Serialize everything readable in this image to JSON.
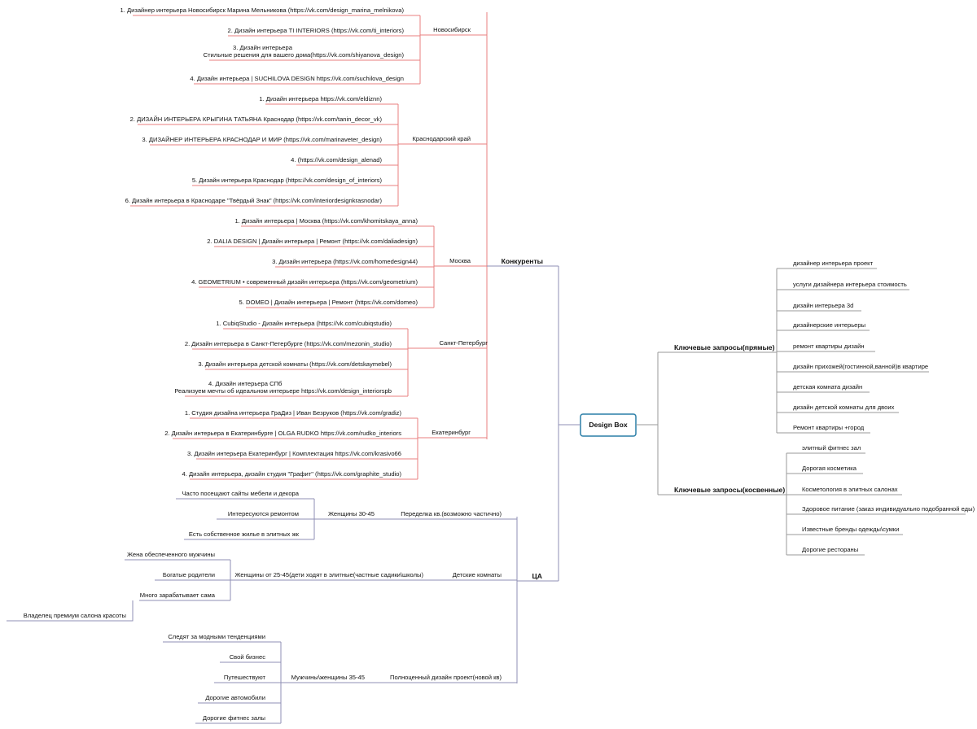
{
  "root": {
    "label": "Design Box"
  },
  "competitors": {
    "label": "Конкуренты",
    "cities": [
      {
        "label": "Новосибирск",
        "items": [
          [
            "1. Дизайнер интерьера Новосибирск Марина Мельникова (https://vk.com/design_marina_melnikova)"
          ],
          [
            "2. Дизайн интерьера TI INTERIORS (https://vk.com/ti_interiors)"
          ],
          [
            "3. Дизайн интерьера",
            "Стильные решения для вашего дома(https://vk.com/shiyanova_design)"
          ],
          [
            "4. Дизайн интерьера | SUCHILOVA DESIGN https://vk.com/suchilova_design"
          ]
        ]
      },
      {
        "label": "Краснодарский край",
        "items": [
          [
            "1. Дизайн интерьера https://vk.com/eldiznn)"
          ],
          [
            "2. ДИЗАЙН ИНТЕРЬЕРА КРЫГИНА ТАТЬЯНА Краснодар (https://vk.com/tanin_decor_vk)"
          ],
          [
            "3. ДИЗАЙНЕР ИНТЕРЬЕРА КРАСНОДАР И МИР (https://vk.com/marinaveter_design)"
          ],
          [
            "4. (https://vk.com/design_alenad)"
          ],
          [
            "5. Дизайн интерьера Краснодар (https://vk.com/design_of_interiors)"
          ],
          [
            "6. Дизайн интерьера в Краснодаре \"Твёрдый Знак\" (https://vk.com/interiordesignkrasnodar)"
          ]
        ]
      },
      {
        "label": "Москва",
        "items": [
          [
            "1. Дизайн интерьера | Москва (https://vk.com/khomitskaya_anna)"
          ],
          [
            "2. DALIA DESIGN | Дизайн интерьера | Ремонт (https://vk.com/daliadesign)"
          ],
          [
            "3. Дизайн интерьера (https://vk.com/homedesign44)"
          ],
          [
            "4. GEOMETRIUM • современный дизайн интерьера (https://vk.com/geometrium)"
          ],
          [
            "5. DOMEO | Дизайн интерьера | Ремонт (https://vk.com/domeo)"
          ]
        ]
      },
      {
        "label": "Санкт-Петербург",
        "items": [
          [
            "1. CubiqStudio - Дизайн интерьера (https://vk.com/cubiqstudio)"
          ],
          [
            "2. Дизайн интерьера в Санкт-Петербурге (https://vk.com/mezonin_studio)"
          ],
          [
            "3. Дизайн интерьера детской комнаты (https://vk.com/detskaymebel)"
          ],
          [
            "4. Дизайн интерьера СПб",
            "Реализуем мечты об идеальном интерьере https://vk.com/design_interiorspb"
          ]
        ]
      },
      {
        "label": "Екатеринбург",
        "items": [
          [
            "1. Студия дизайна интерьера ГраДиз | Иван Безруков (https://vk.com/gradiz)"
          ],
          [
            "2. Дизайн интерьера в Екатеринбурге | OLGA RUDKO https://vk.com/rudko_interiors"
          ],
          [
            "3. Дизайн интерьера Екатеринбург | Комплектация https://vk.com/krasivo66"
          ],
          [
            "4. Дизайн интерьера, дизайн студия \"Графит\" (https://vk.com/graphite_studio)"
          ]
        ]
      }
    ]
  },
  "audience": {
    "label": "ЦА",
    "segments": [
      {
        "label": "Переделка кв.(возможно частично)",
        "group": "Женщины 30-45",
        "items": [
          "Часто посещают сайты мебели и декора",
          "Интересуются ремонтом",
          "Есть собственное жилье в элитных жк"
        ]
      },
      {
        "label": "Детские комнаты",
        "group": "Женщины от 25-45(дети ходят в элитные(частные садики\\школы)",
        "items": [
          "Жена обеспеченного мужчины",
          "Богатые родители",
          "Много зарабатывает сама"
        ],
        "extra": "Владелец премиум салона красоты"
      },
      {
        "label": "Полноценный дизайн проект(новой кв)",
        "group": "Мужчины\\женщины 35-45",
        "items": [
          "Следят за модными тенденциями",
          "Свой бизнес",
          "Путешествуют",
          "Дорогие автомобили",
          "Дорогие фитнес залы"
        ]
      }
    ]
  },
  "keywords_direct": {
    "label": "Ключевые запросы(прямые)",
    "items": [
      "дизайнер интерьера проект",
      "услуги дизайнера интерьера стоимость",
      "дизайн интерьера 3d",
      "дизайнерские интерьеры",
      "ремонт квартиры дизайн",
      "дизайн прихожей(гостинной,ванной)в квартире",
      "детская комната дизайн",
      "дизайн детской комнаты для двоих",
      "Ремонт квартиры +город"
    ]
  },
  "keywords_indirect": {
    "label": "Ключевые запросы(косвенные)",
    "items": [
      "элитный фитнес зал",
      "Дорогая косметика",
      "Косметология в элитных салонах",
      "Здоровое питание (заказ индивидуально подобранной еды)",
      "Известные бренды одежды\\сумки",
      "Дорогие рестораны"
    ]
  },
  "colors": {
    "competitors": "#e87f7f",
    "audience": "#8f8fb4",
    "keywords": "#9a9a9a",
    "root_border": "#2a7ea7",
    "text": "#111111"
  }
}
